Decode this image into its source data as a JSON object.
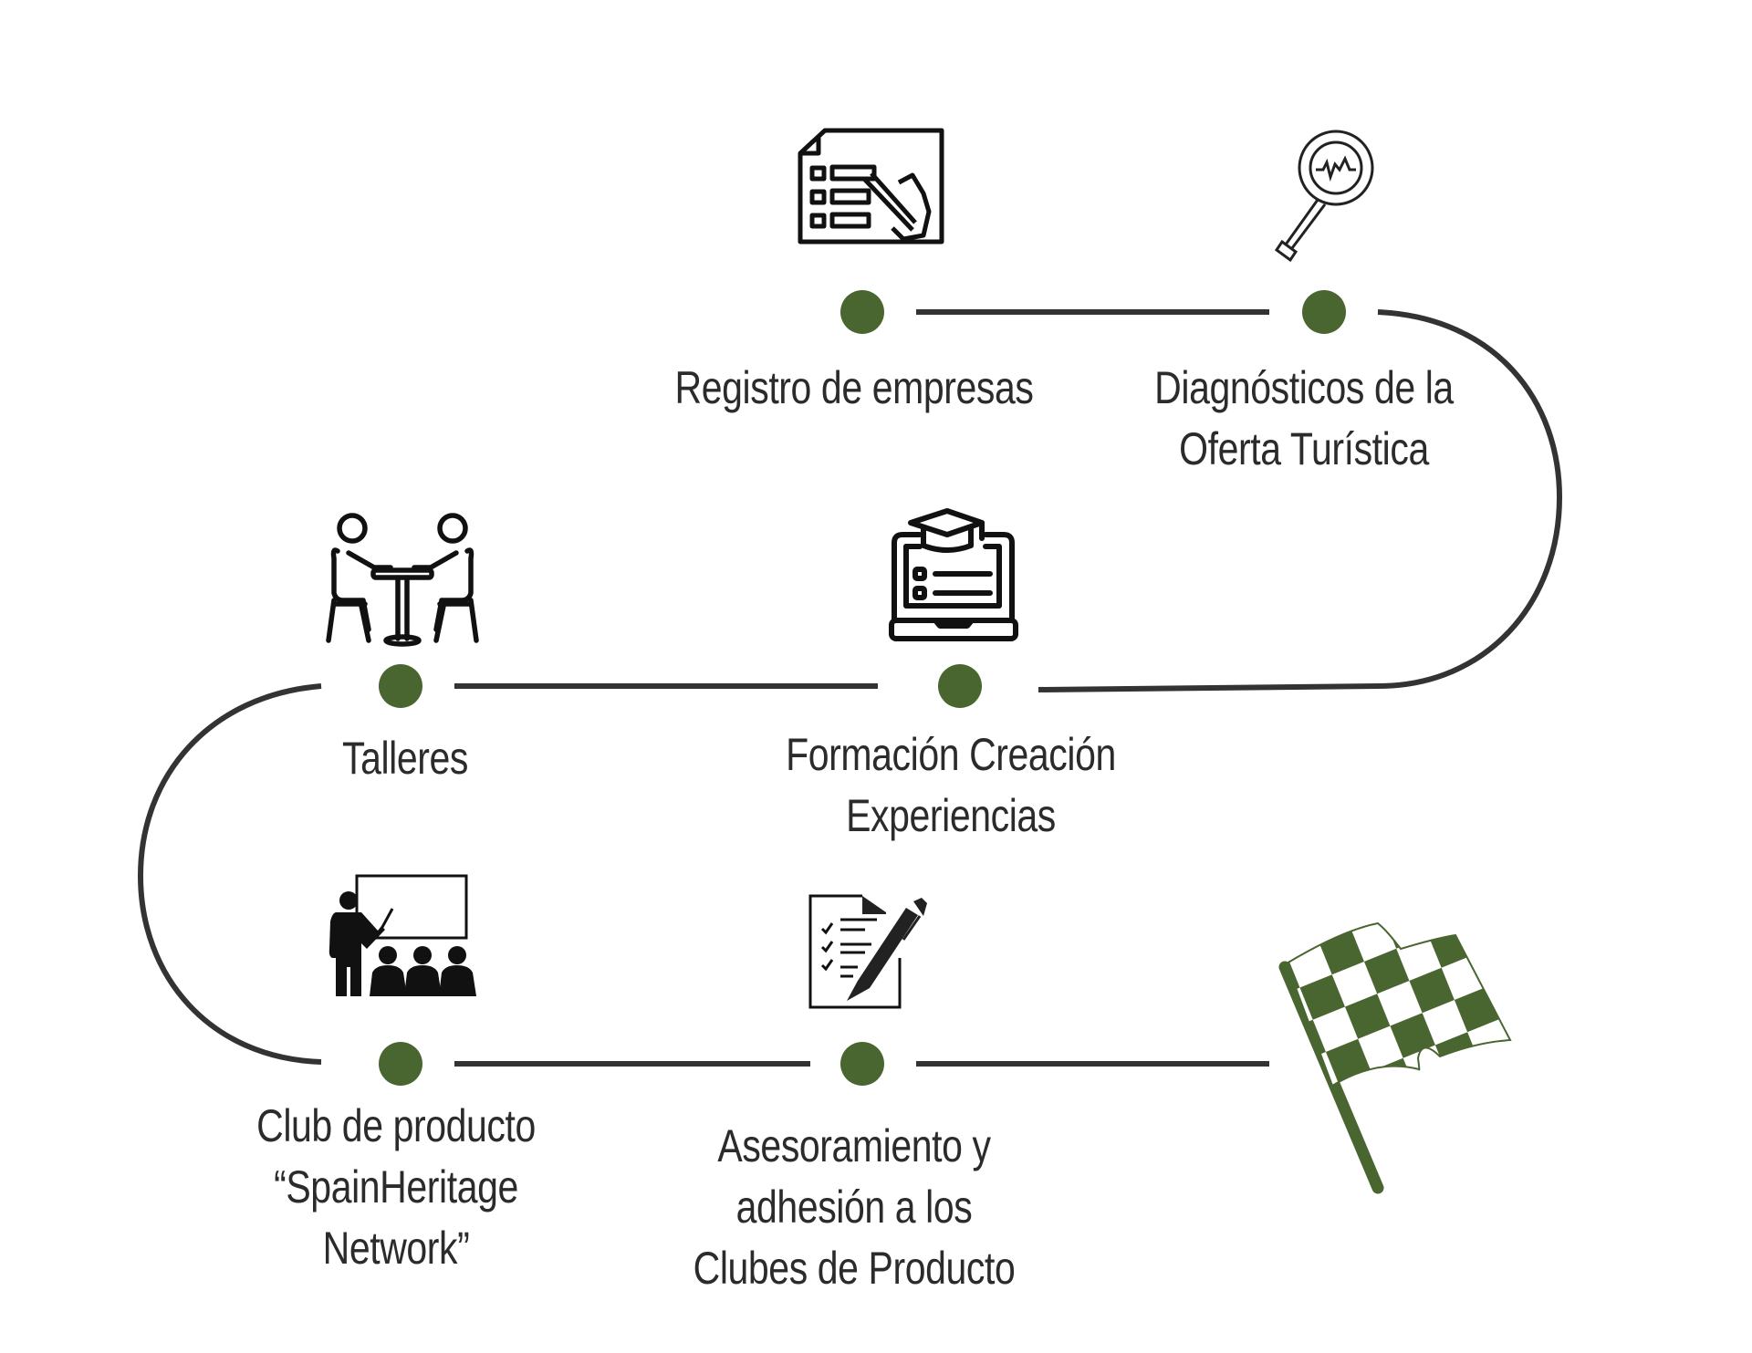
{
  "diagram": {
    "title": "",
    "colors": {
      "node": "#4a6630",
      "track": "#333333",
      "icon": "#111111",
      "flag": "#4a6630",
      "text": "#2b2b2b"
    },
    "steps": [
      {
        "id": "registro",
        "order": 1,
        "icon": "form-filling-icon",
        "lines": [
          "Registro de empresas"
        ]
      },
      {
        "id": "diagnosticos",
        "order": 2,
        "icon": "magnifier-analysis-icon",
        "lines": [
          "Diagnósticos de la",
          "Oferta Turística"
        ]
      },
      {
        "id": "formacion",
        "order": 3,
        "icon": "laptop-graduation-icon",
        "lines": [
          "Formación Creación",
          "Experiencias"
        ]
      },
      {
        "id": "talleres",
        "order": 4,
        "icon": "meeting-table-icon",
        "lines": [
          "Talleres"
        ]
      },
      {
        "id": "club",
        "order": 5,
        "icon": "presentation-class-icon",
        "lines": [
          "Club de producto",
          "“SpainHeritage",
          "Network”"
        ]
      },
      {
        "id": "asesoramiento",
        "order": 6,
        "icon": "checklist-pen-icon",
        "lines": [
          "Asesoramiento y",
          "adhesión a los",
          "Clubes de Producto"
        ]
      }
    ],
    "finish": {
      "icon": "checkered-flag-icon"
    }
  }
}
